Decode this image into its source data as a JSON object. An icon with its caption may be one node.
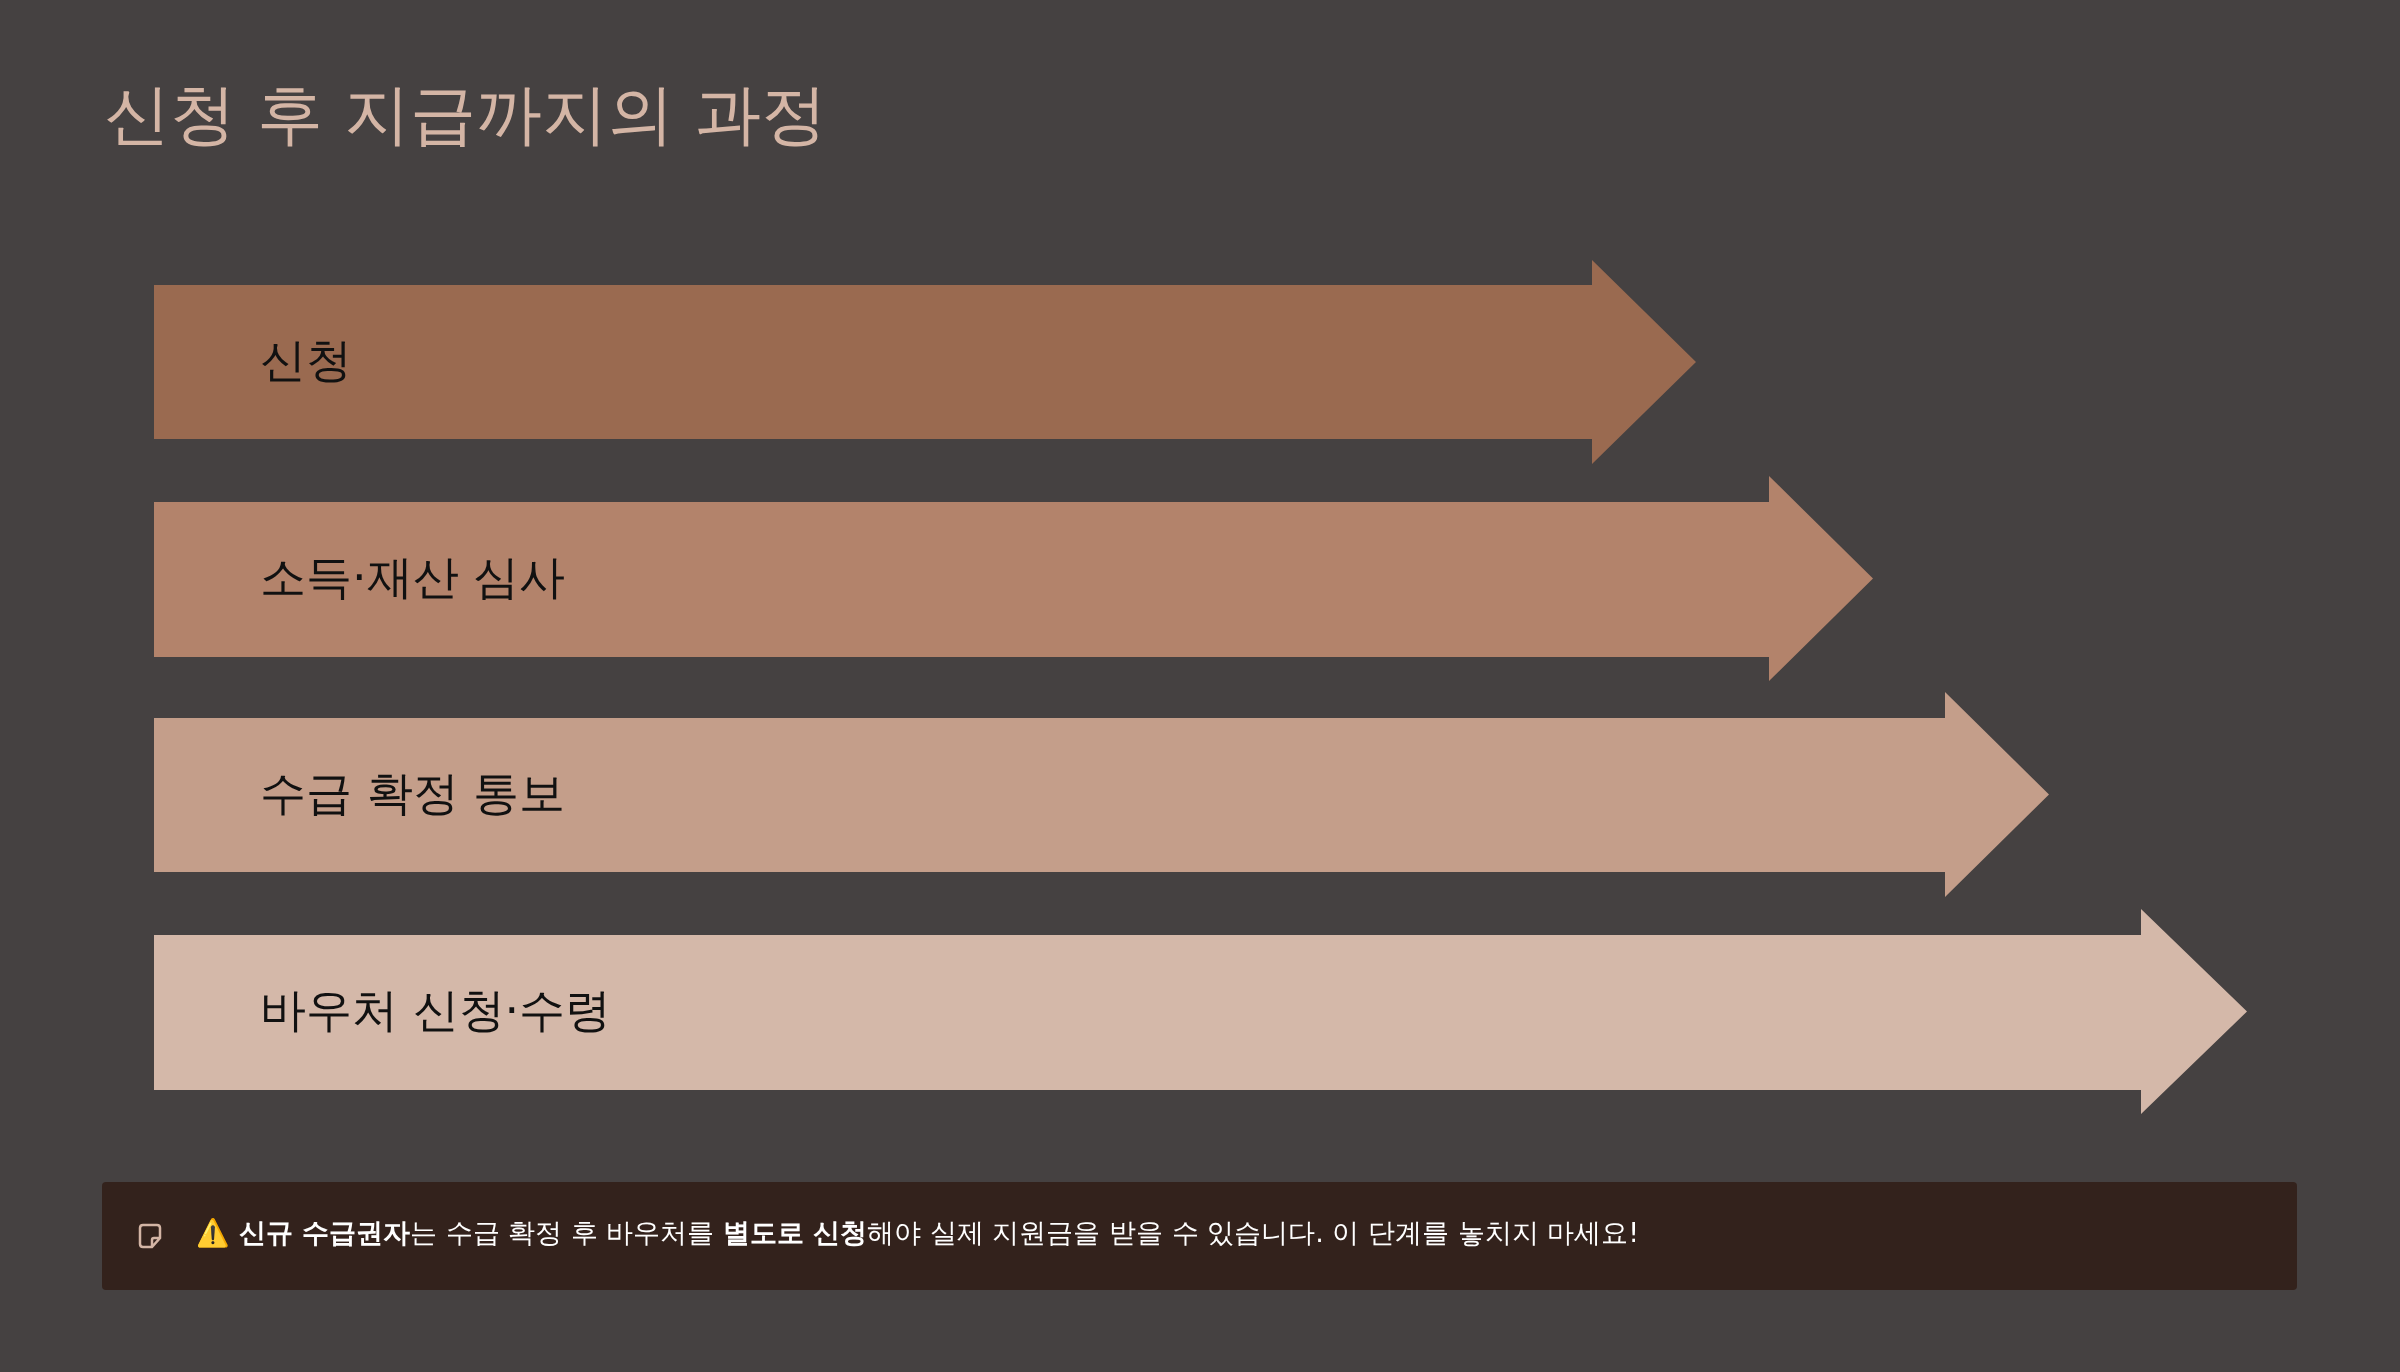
{
  "diagram": {
    "title": "신청 후 지급까지의 과정",
    "nodes": [
      {
        "text": [
          "신청"
        ]
      },
      {
        "text": [
          "소득·재산 심사"
        ]
      },
      {
        "text": [
          "수급 확정 통보"
        ]
      },
      {
        "text": [
          "바우처 신청·수령"
        ]
      },
      {
        "text": [
          "⚠️ **신규 수급권자**는 수급 확정 후 바우처를 **별도로 신청**해야 실제 지원금을 받을 수 있습니다. 이 단계를 놓치지 마세요!"
        ]
      }
    ],
    "edges": []
  }
}
